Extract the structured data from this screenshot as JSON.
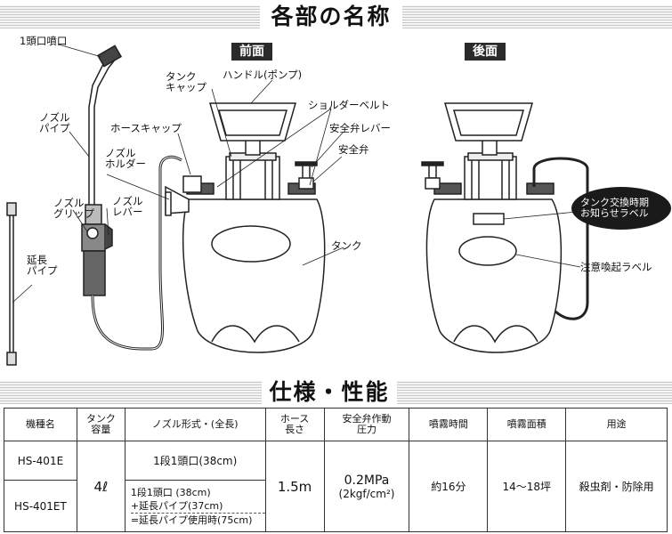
{
  "header": {
    "title": "各部の名称"
  },
  "views": {
    "front": "前面",
    "back": "後面"
  },
  "parts": {
    "nozzle_head": "1頭口噴口",
    "nozzle_pipe": "ノズル\nパイプ",
    "tank_cap": "タンク\nキャップ",
    "handle": "ハンドル(ポンプ)",
    "shoulder_belt": "ショルダーベルト",
    "hose_cap": "ホースキャップ",
    "safety_lever": "安全弁レバー",
    "safety_valve": "安全弁",
    "nozzle_holder": "ノズル\nホルダー",
    "nozzle_grip": "ノズル\nグリップ",
    "nozzle_lever": "ノズル\nレバー",
    "extension_pipe": "延長\nパイプ",
    "tank": "タンク",
    "tank_label_notice": "タンク交換時期\nお知らせラベル",
    "caution_label": "注意喚起ラベル"
  },
  "spec": {
    "title": "仕様・性能",
    "headers": [
      "機種名",
      "タンク\n容量",
      "ノズル形式・(全長)",
      "ホース\n長さ",
      "安全弁作動\n圧力",
      "噴霧時間",
      "噴霧面積",
      "用途"
    ],
    "capacity": "4ℓ",
    "hose_length": "1.5m",
    "pressure": "0.2MPa",
    "pressure_sub": "(2kgf/cm²)",
    "spray_time": "約16分",
    "spray_area": "14〜18坪",
    "usage": "殺虫剤・防除用",
    "rows": [
      {
        "model": "HS-401E",
        "nozzle": "1段1頭口(38cm)"
      },
      {
        "model": "HS-401ET",
        "nozzle_line1": "1段1頭口 (38cm)",
        "nozzle_line2": "+延長パイプ(37cm)",
        "nozzle_line3": "=延長パイプ使用時(75cm)"
      }
    ]
  }
}
